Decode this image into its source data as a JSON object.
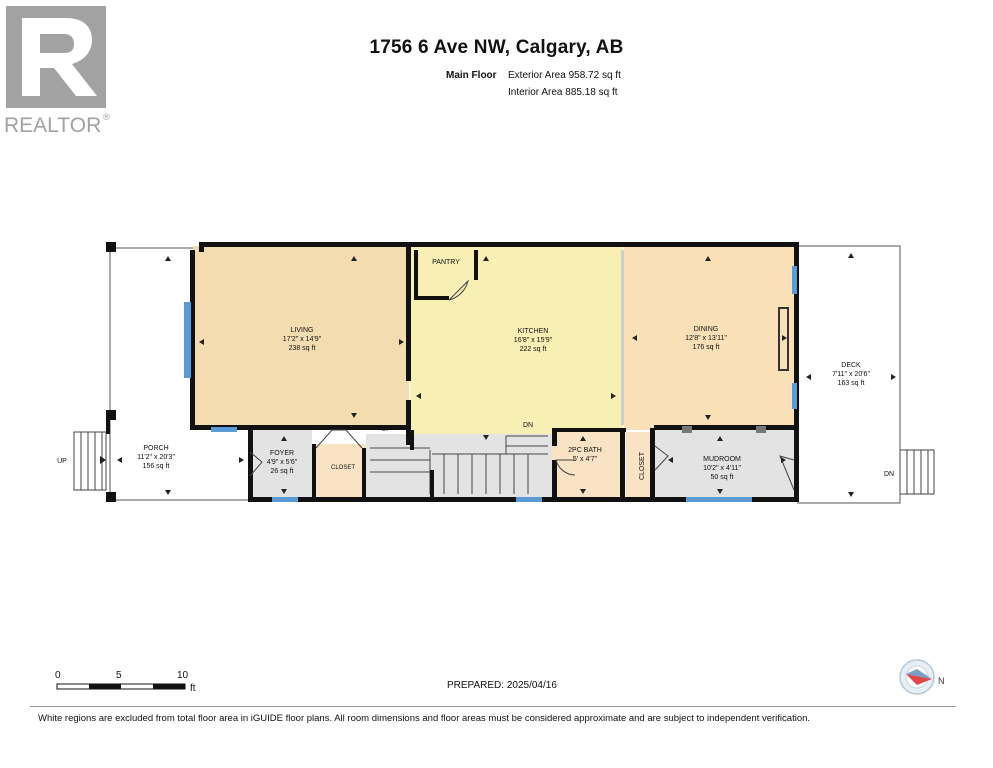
{
  "header": {
    "address": "1756 6 Ave NW, Calgary, AB",
    "floor_label": "Main Floor",
    "exterior_area": "Exterior Area 958.72 sq ft",
    "interior_area": "Interior Area 885.18 sq ft"
  },
  "logo": {
    "text": "REALTOR",
    "mark": "®"
  },
  "rooms": {
    "porch": {
      "name": "PORCH",
      "dims": "11'2\" x 20'3\"",
      "area": "156 sq ft"
    },
    "living": {
      "name": "LIVING",
      "dims": "17'2\" x 14'9\"",
      "area": "238 sq ft"
    },
    "foyer": {
      "name": "FOYER",
      "dims": "4'9\" x 5'6\"",
      "area": "26 sq ft"
    },
    "closet_front": {
      "name": "CLOSET"
    },
    "pantry": {
      "name": "PANTRY"
    },
    "kitchen": {
      "name": "KITCHEN",
      "dims": "16'8\" x 15'9\"",
      "area": "222 sq ft"
    },
    "bath": {
      "name": "2PC BATH",
      "dims": "5' x 4'7\""
    },
    "closet_back": {
      "name": "CLOSET"
    },
    "dining": {
      "name": "DINING",
      "dims": "12'8\" x 13'11\"",
      "area": "176 sq ft"
    },
    "mudroom": {
      "name": "MUDROOM",
      "dims": "10'2\" x 4'11\"",
      "area": "50 sq ft"
    },
    "deck": {
      "name": "DECK",
      "dims": "7'11\" x 20'6\"",
      "area": "163 sq ft"
    }
  },
  "stairs": {
    "up_main": "UP",
    "dn_main": "DN",
    "up_porch": "UP",
    "dn_deck": "DN"
  },
  "scale": {
    "labels": [
      "0",
      "5",
      "10"
    ],
    "unit": "ft"
  },
  "compass": {
    "label": "N"
  },
  "prepared": "PREPARED: 2025/04/16",
  "footnote": "White regions are excluded from total floor area in iGUIDE floor plans. All room dimensions and floor areas must be considered approximate and are subject to independent verification.",
  "colors": {
    "living_fill": "#f3dcb0",
    "kitchen_fill": "#f8efb4",
    "dining_fill": "#fae0b7",
    "service_fill": "#e3e3e3",
    "closet_fill": "#fae3c4",
    "wall": "#111111",
    "window": "#5b9bd5",
    "logo_gray": "#9e9e9e"
  }
}
